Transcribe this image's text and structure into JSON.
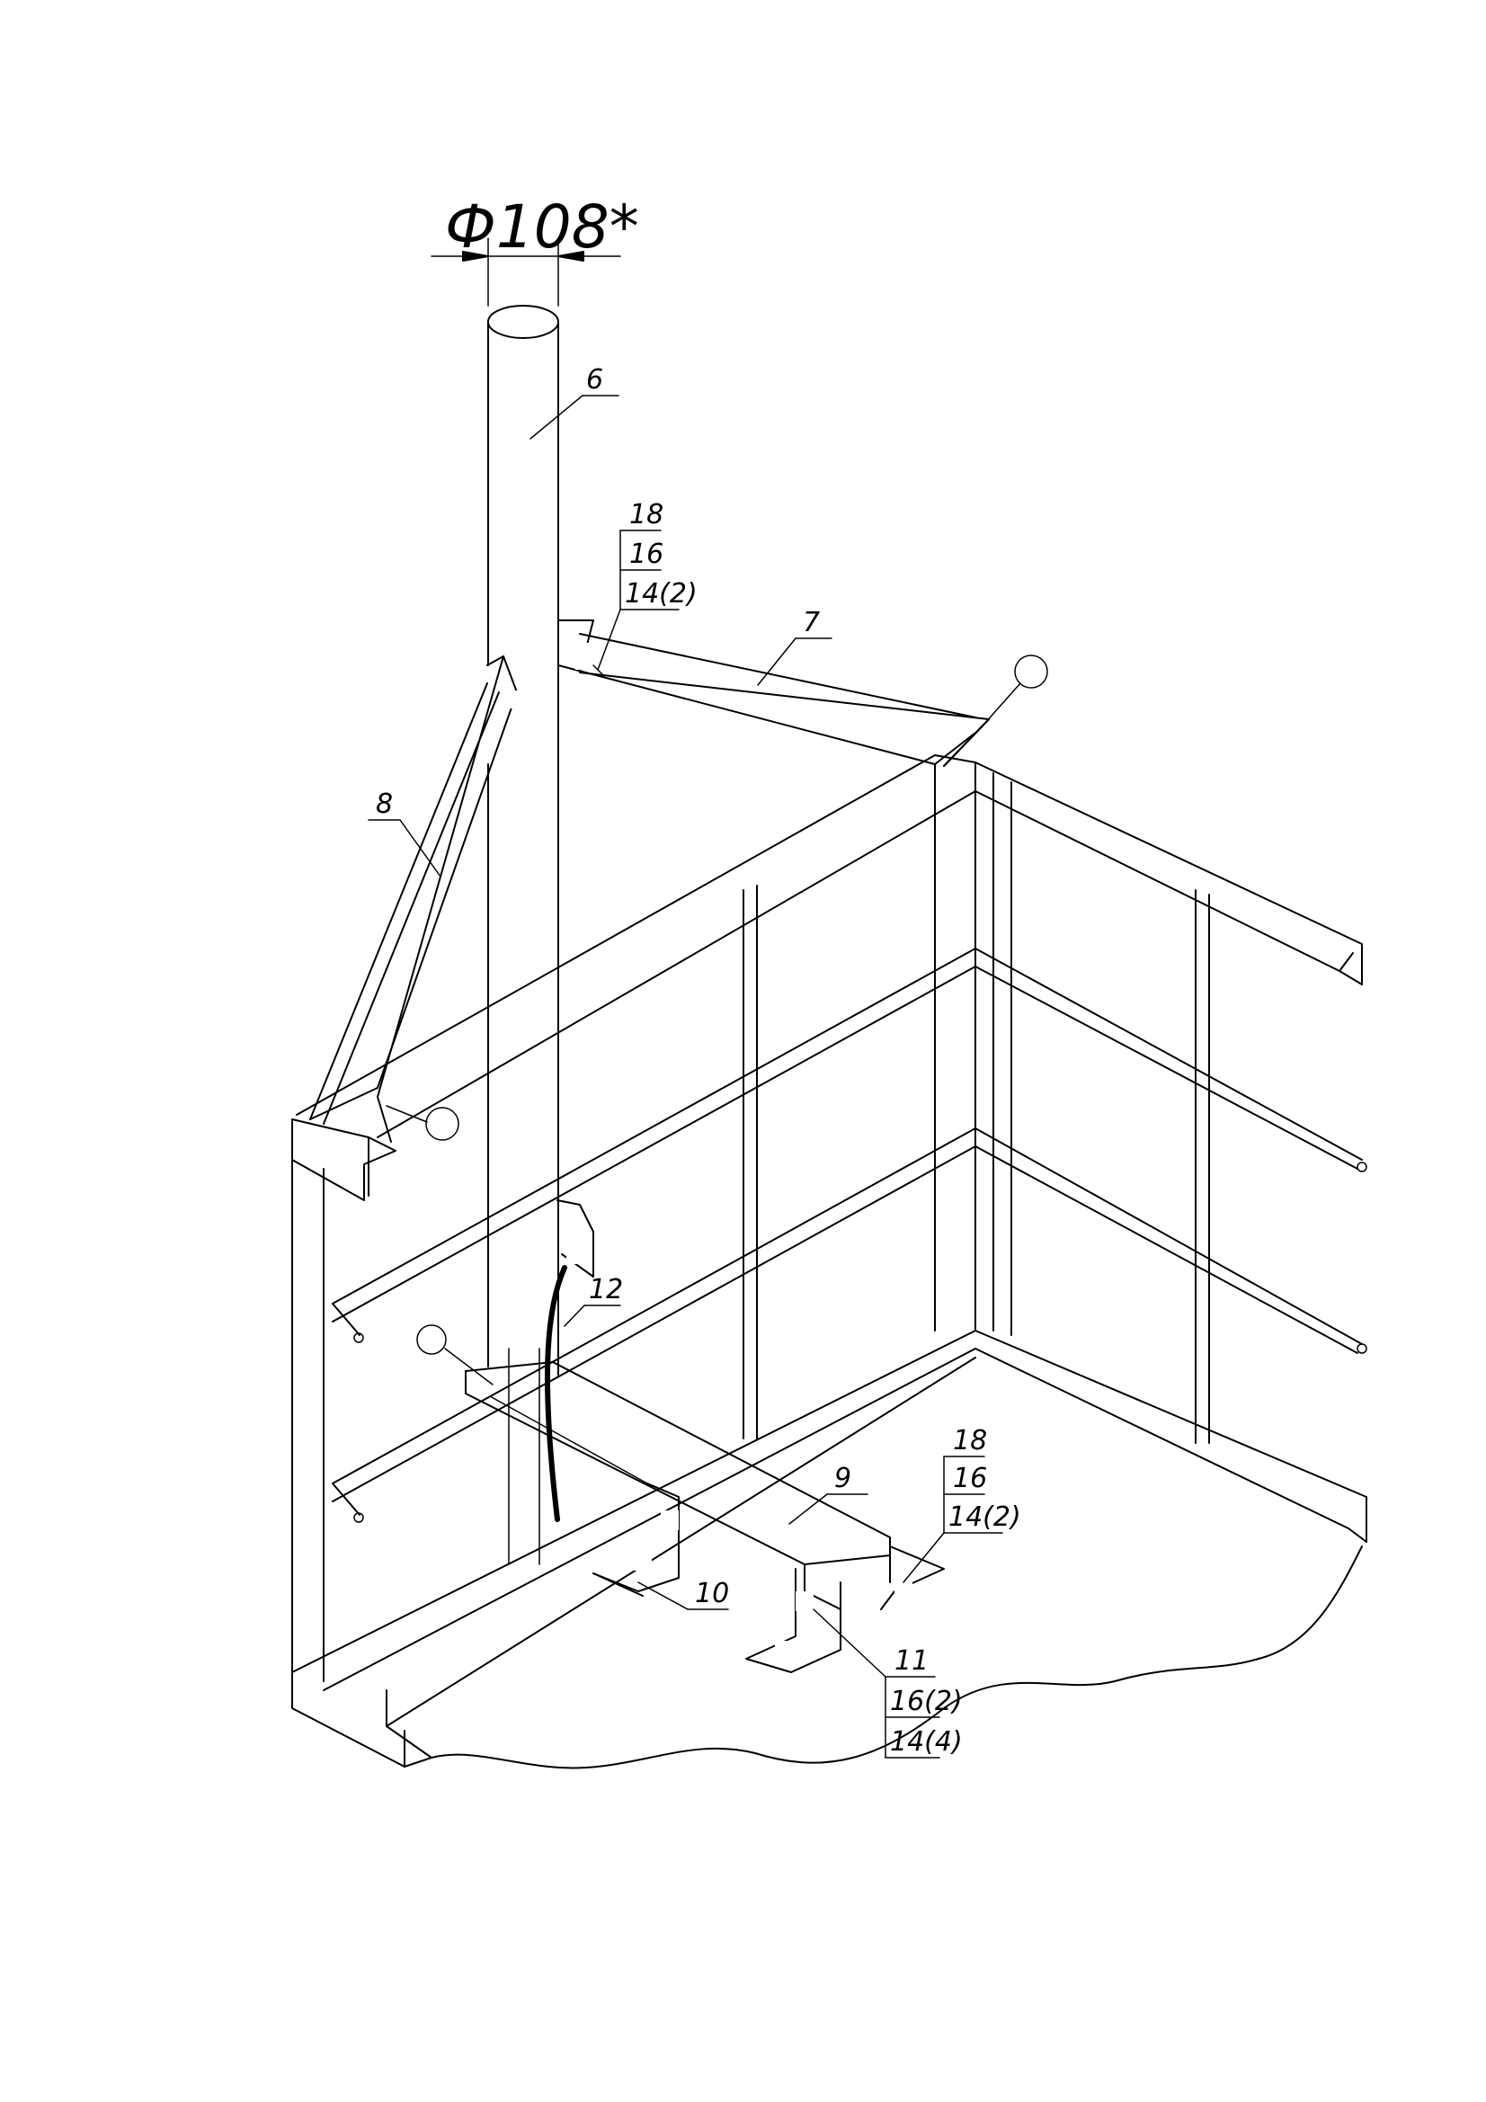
{
  "dimension": {
    "label": "Ф108*"
  },
  "callouts": {
    "c6": "6",
    "c7": "7",
    "c8": "8",
    "c9": "9",
    "c10": "10",
    "c12": "12",
    "top_stack": [
      "18",
      "16",
      "14(2)"
    ],
    "right_stack": [
      "18",
      "16",
      "14(2)"
    ],
    "bottom_stack": [
      "11",
      "16(2)",
      "14(4)"
    ]
  },
  "colors": {
    "line": "#000000",
    "background": "#ffffff"
  }
}
